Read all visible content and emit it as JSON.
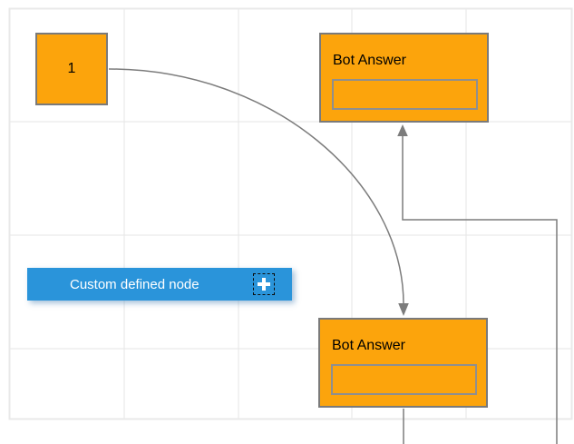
{
  "canvas": {
    "type": "diagram-grid-canvas",
    "background": "#ffffff"
  },
  "nodes": {
    "node1": {
      "label": "1"
    },
    "bot_answer_top": {
      "title": "Bot Answer",
      "input_value": "",
      "input_placeholder": ""
    },
    "bot_answer_bottom": {
      "title": "Bot Answer",
      "input_value": "",
      "input_placeholder": ""
    },
    "custom_node": {
      "label": "Custom defined node",
      "icon": "plus-icon"
    }
  },
  "connectors": [
    {
      "name": "bezier-connector",
      "from": "node1",
      "to": "bot_answer_bottom",
      "arrow": "filled-triangle"
    },
    {
      "name": "orthogonal-connector",
      "to": "bot_answer_top",
      "arrow": "filled-triangle"
    },
    {
      "name": "stub-connector",
      "from": "bot_answer_bottom"
    }
  ],
  "colors": {
    "node_fill_orange": "#FCA40C",
    "node_stroke": "#7a7a7a",
    "custom_node_blue": "#2A94DA",
    "connector_gray": "#7c7c7c",
    "grid_line": "#e5e5e5",
    "page_border": "#e9e9e9",
    "inner_box_stroke": "#8f8f8f",
    "text_dark": "#000000",
    "text_light": "#ffffff"
  }
}
